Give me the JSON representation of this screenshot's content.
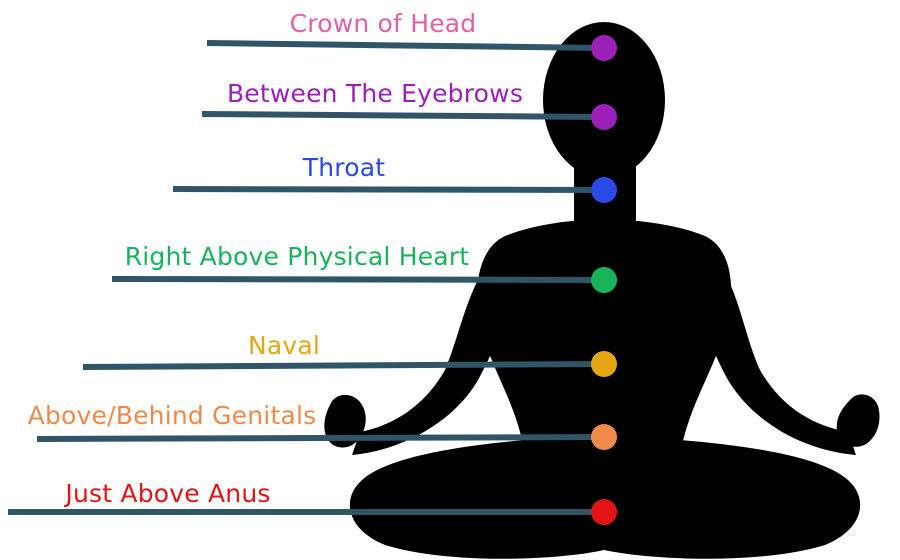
{
  "line_color": "#2f5566",
  "silhouette_color": "#000000",
  "points": [
    {
      "label": "Crown of Head",
      "color": "#e35fa8",
      "dot_color": "#9b1fb8"
    },
    {
      "label": "Between The Eyebrows",
      "color": "#9b1fb8",
      "dot_color": "#9b1fb8"
    },
    {
      "label": "Throat",
      "color": "#2a49e6",
      "dot_color": "#2a49e6"
    },
    {
      "label": "Right Above Physical Heart",
      "color": "#18b45b",
      "dot_color": "#18b45b"
    },
    {
      "label": "Naval",
      "color": "#e5a612",
      "dot_color": "#e5a612"
    },
    {
      "label": "Above/Behind Genitals",
      "color": "#ef8a4a",
      "dot_color": "#ef8a4a"
    },
    {
      "label": "Just Above Anus",
      "color": "#e31414",
      "dot_color": "#e31414"
    }
  ]
}
